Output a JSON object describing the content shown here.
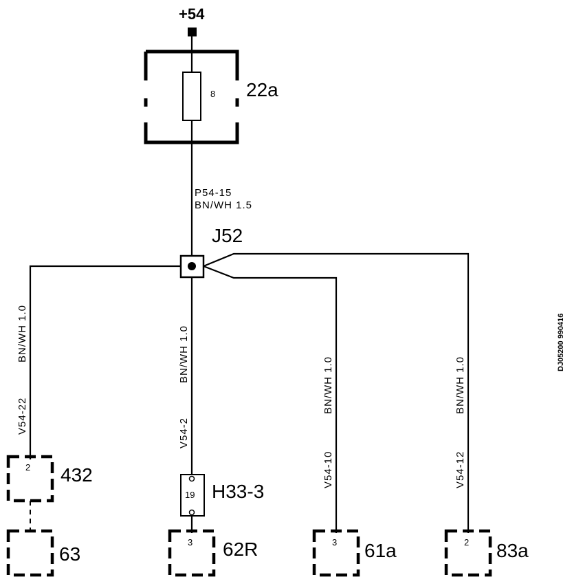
{
  "supply": {
    "label": "+54"
  },
  "fuse_box": {
    "label": "22a",
    "fuse_number": "8"
  },
  "main_wire": {
    "id": "P54-15",
    "spec": "BN/WH 1.5"
  },
  "junction": {
    "label": "J52"
  },
  "wires": {
    "w1": {
      "id": "V54-22",
      "spec": "BN/WH 1.0"
    },
    "w2": {
      "id": "V54-2",
      "spec": "BN/WH 1.0"
    },
    "w3": {
      "id": "V54-10",
      "spec": "BN/WH 1.0"
    },
    "w4": {
      "id": "V54-12",
      "spec": "BN/WH 1.0"
    }
  },
  "connectors": {
    "c432": {
      "label": "432",
      "pin": "2"
    },
    "c63": {
      "label": "63"
    },
    "h33": {
      "label": "H33-3",
      "pin": "19"
    },
    "c62r": {
      "label": "62R",
      "pin": "3"
    },
    "c61a": {
      "label": "61a",
      "pin": "3"
    },
    "c83a": {
      "label": "83a",
      "pin": "2"
    }
  },
  "doc_code": "DJ05200 990416"
}
